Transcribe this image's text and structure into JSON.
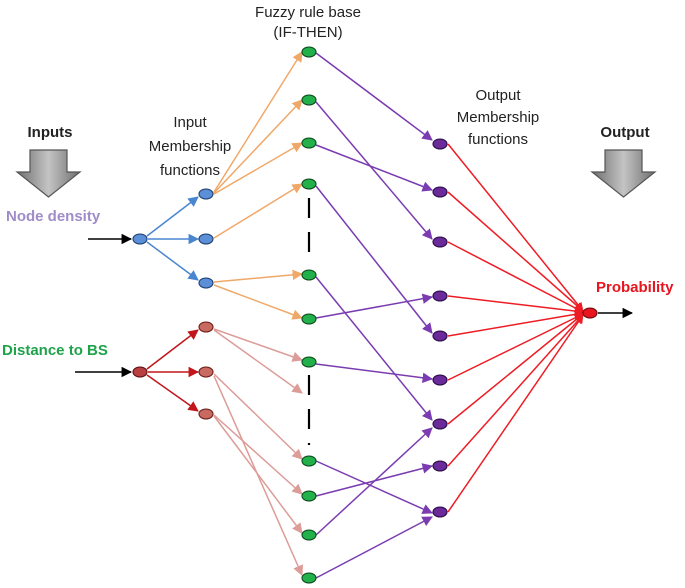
{
  "diagram": {
    "title_line1": "Fuzzy rule base",
    "title_line2": "(IF-THEN)",
    "inputs_label": "Inputs",
    "output_label": "Output",
    "input_mf_line1": "Input",
    "input_mf_line2": "Membership",
    "input_mf_line3": "functions",
    "output_mf_line1": "Output",
    "output_mf_line2": "Membership",
    "output_mf_line3": "functions",
    "node_density_label": "Node density",
    "distance_label": "Distance to BS",
    "probability_label": "Probability"
  },
  "colors": {
    "node_density": "#a08cc8",
    "distance": "#1ea34a",
    "probability": "#e8141e",
    "blue_edge": "#4a86d0",
    "blue_node": "#5b8fd8",
    "orange_edge": "#f0a868",
    "darkred_edge": "#c0161c",
    "darkred_node": "#b84040",
    "pink_edge": "#dc9c98",
    "pink_node": "#c86a60",
    "purple_edge": "#7a3cb0",
    "purple_node": "#6a2a9a",
    "green_node": "#22b04a",
    "red_edge": "#ee1c24",
    "arrow_gray": "#8a8a8a"
  }
}
